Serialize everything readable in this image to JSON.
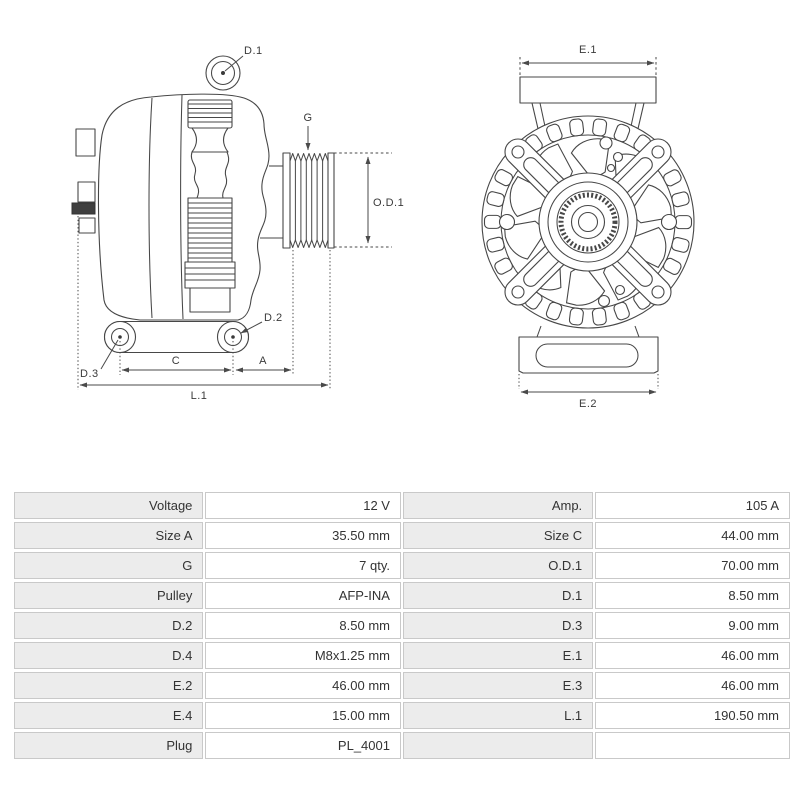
{
  "diagrams": {
    "side_view": {
      "title": "alternator side view drawing",
      "labels": {
        "d1": "D.1",
        "g": "G",
        "od1": "O.D.1",
        "d2": "D.2",
        "d3": "D.3",
        "c": "C",
        "a": "A",
        "l1": "L.1"
      }
    },
    "front_view": {
      "title": "alternator front view drawing",
      "labels": {
        "e1": "E.1",
        "e2": "E.2"
      }
    }
  },
  "spec_table": {
    "rows": [
      [
        "Voltage",
        "12 V",
        "Amp.",
        "105 A"
      ],
      [
        "Size A",
        "35.50 mm",
        "Size C",
        "44.00 mm"
      ],
      [
        "G",
        "7 qty.",
        "O.D.1",
        "70.00 mm"
      ],
      [
        "Pulley",
        "AFP-INA",
        "D.1",
        "8.50 mm"
      ],
      [
        "D.2",
        "8.50 mm",
        "D.3",
        "9.00 mm"
      ],
      [
        "D.4",
        "M8x1.25 mm",
        "E.1",
        "46.00 mm"
      ],
      [
        "E.2",
        "46.00 mm",
        "E.3",
        "46.00 mm"
      ],
      [
        "E.4",
        "15.00 mm",
        "L.1",
        "190.50 mm"
      ],
      [
        "Plug",
        "PL_4001",
        "",
        ""
      ]
    ]
  },
  "colors": {
    "line": "#474747",
    "dim_text": "#3a3a3a",
    "table_label_bg": "#ececec",
    "table_border": "#c9c9c9",
    "terminal_fill": "#3f3f3f"
  }
}
